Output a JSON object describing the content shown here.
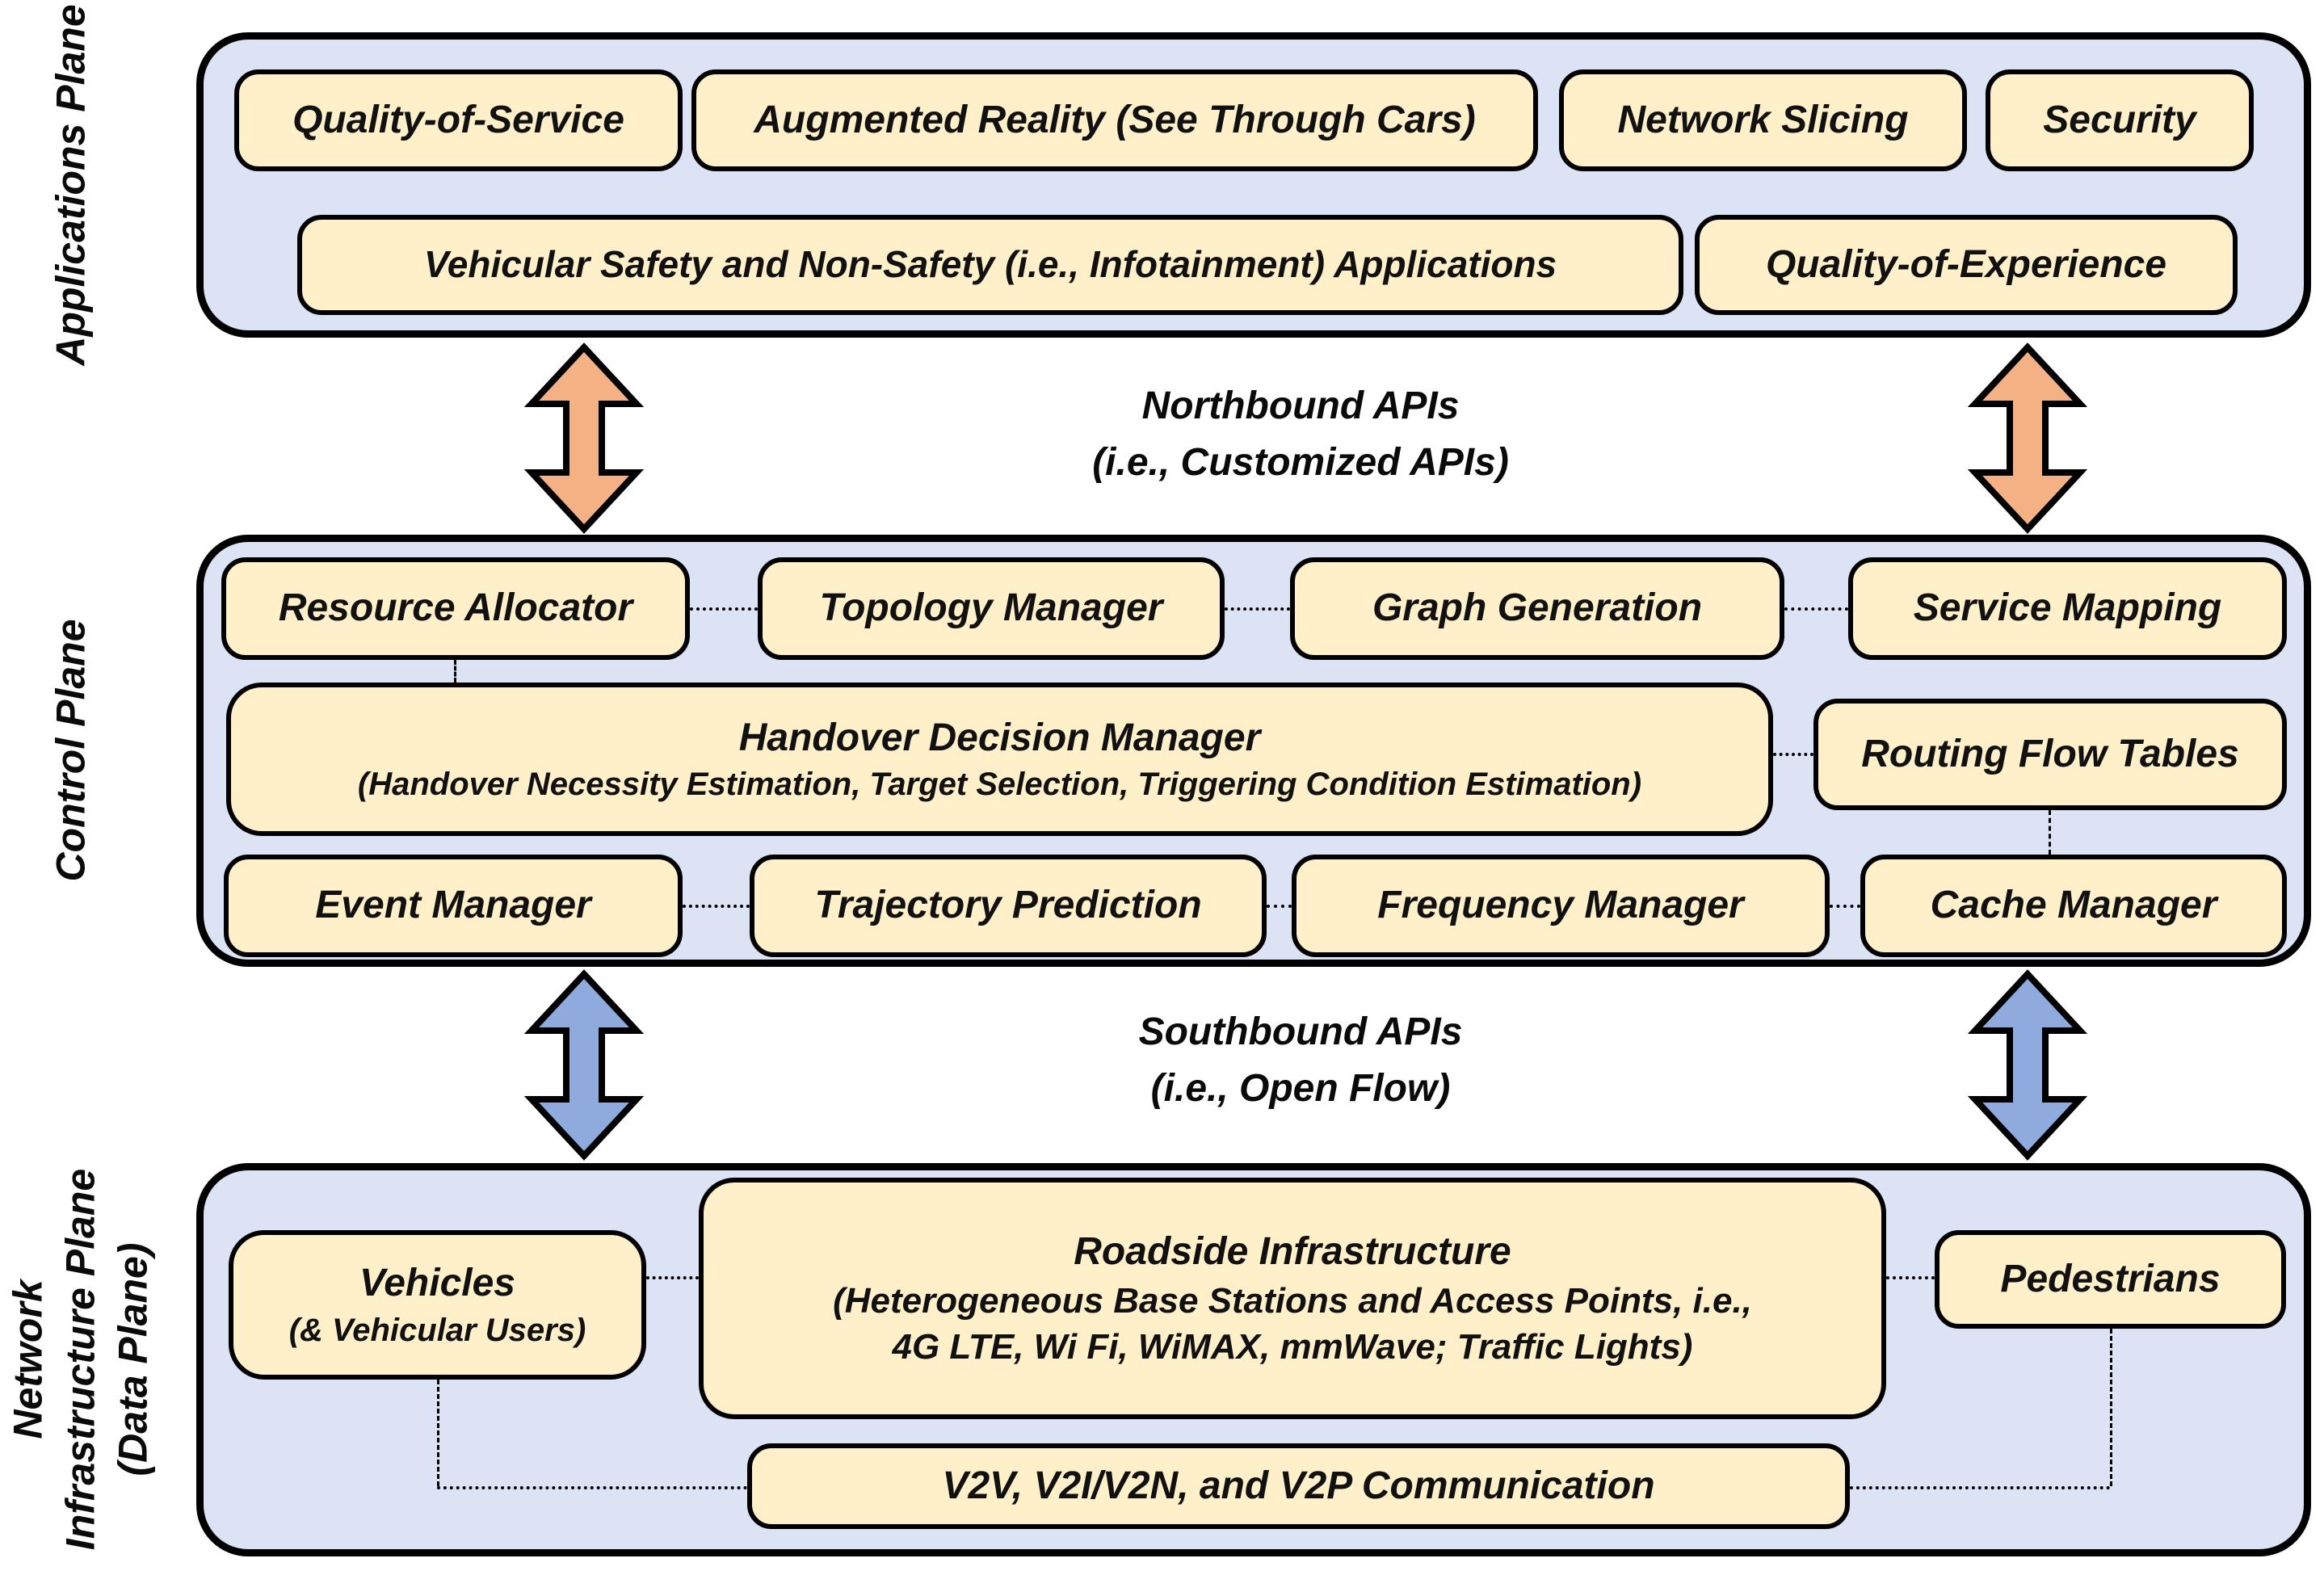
{
  "app": {
    "title": "Applications Plane",
    "qos": "Quality-of-Service",
    "ar": "Augmented Reality (See Through Cars)",
    "slicing": "Network Slicing",
    "security": "Security",
    "safety": "Vehicular Safety and Non-Safety (i.e., Infotainment) Applications",
    "qoe": "Quality-of-Experience"
  },
  "north": {
    "line1": "Northbound APIs",
    "line2": "(i.e., Customized APIs)"
  },
  "control": {
    "title": "Control Plane",
    "resource": "Resource Allocator",
    "topology": "Topology Manager",
    "graph": "Graph Generation",
    "service": "Service Mapping",
    "handover_title": "Handover Decision Manager",
    "handover_sub": "(Handover Necessity Estimation, Target Selection, Triggering Condition Estimation)",
    "routing": "Routing Flow Tables",
    "event": "Event Manager",
    "trajectory": "Trajectory Prediction",
    "frequency": "Frequency Manager",
    "cache": "Cache Manager"
  },
  "south": {
    "line1": "Southbound APIs",
    "line2": "(i.e., Open Flow)"
  },
  "infra": {
    "title1": "Network",
    "title2": "Infrastructure Plane",
    "title3": "(Data Plane)",
    "vehicles1": "Vehicles",
    "vehicles2": "(& Vehicular Users)",
    "roadside1": "Roadside Infrastructure",
    "roadside2": "(Heterogeneous Base Stations and Access Points, i.e.,",
    "roadside3": "4G LTE, Wi Fi, WiMAX, mmWave; Traffic Lights)",
    "pedestrians": "Pedestrians",
    "v2v": "V2V, V2I/V2N, and V2P Communication"
  },
  "colors": {
    "plane_bg": "#dbe3f4",
    "box_bg": "#fff0ca",
    "border": "#000000",
    "northbound_arrow": "#f4b183",
    "southbound_arrow": "#8faadc"
  }
}
